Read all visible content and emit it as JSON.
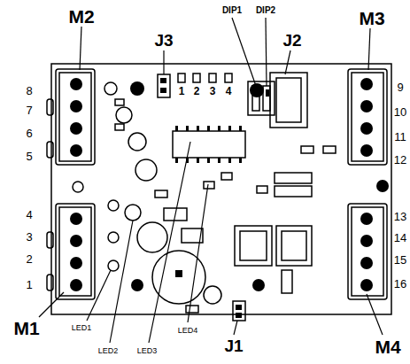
{
  "diagram": {
    "labels": [
      "DIP1",
      "DIP2",
      "M2",
      "M3",
      "J3",
      "J2",
      "1",
      "2",
      "3",
      "4",
      "8",
      "9",
      "7",
      "10",
      "6",
      "11",
      "5",
      "12",
      "4",
      "13",
      "3",
      "14",
      "2",
      "15",
      "1",
      "16",
      "M1",
      "LED1",
      "LED4",
      "J1",
      "M4",
      "LED2",
      "LED3"
    ]
  }
}
